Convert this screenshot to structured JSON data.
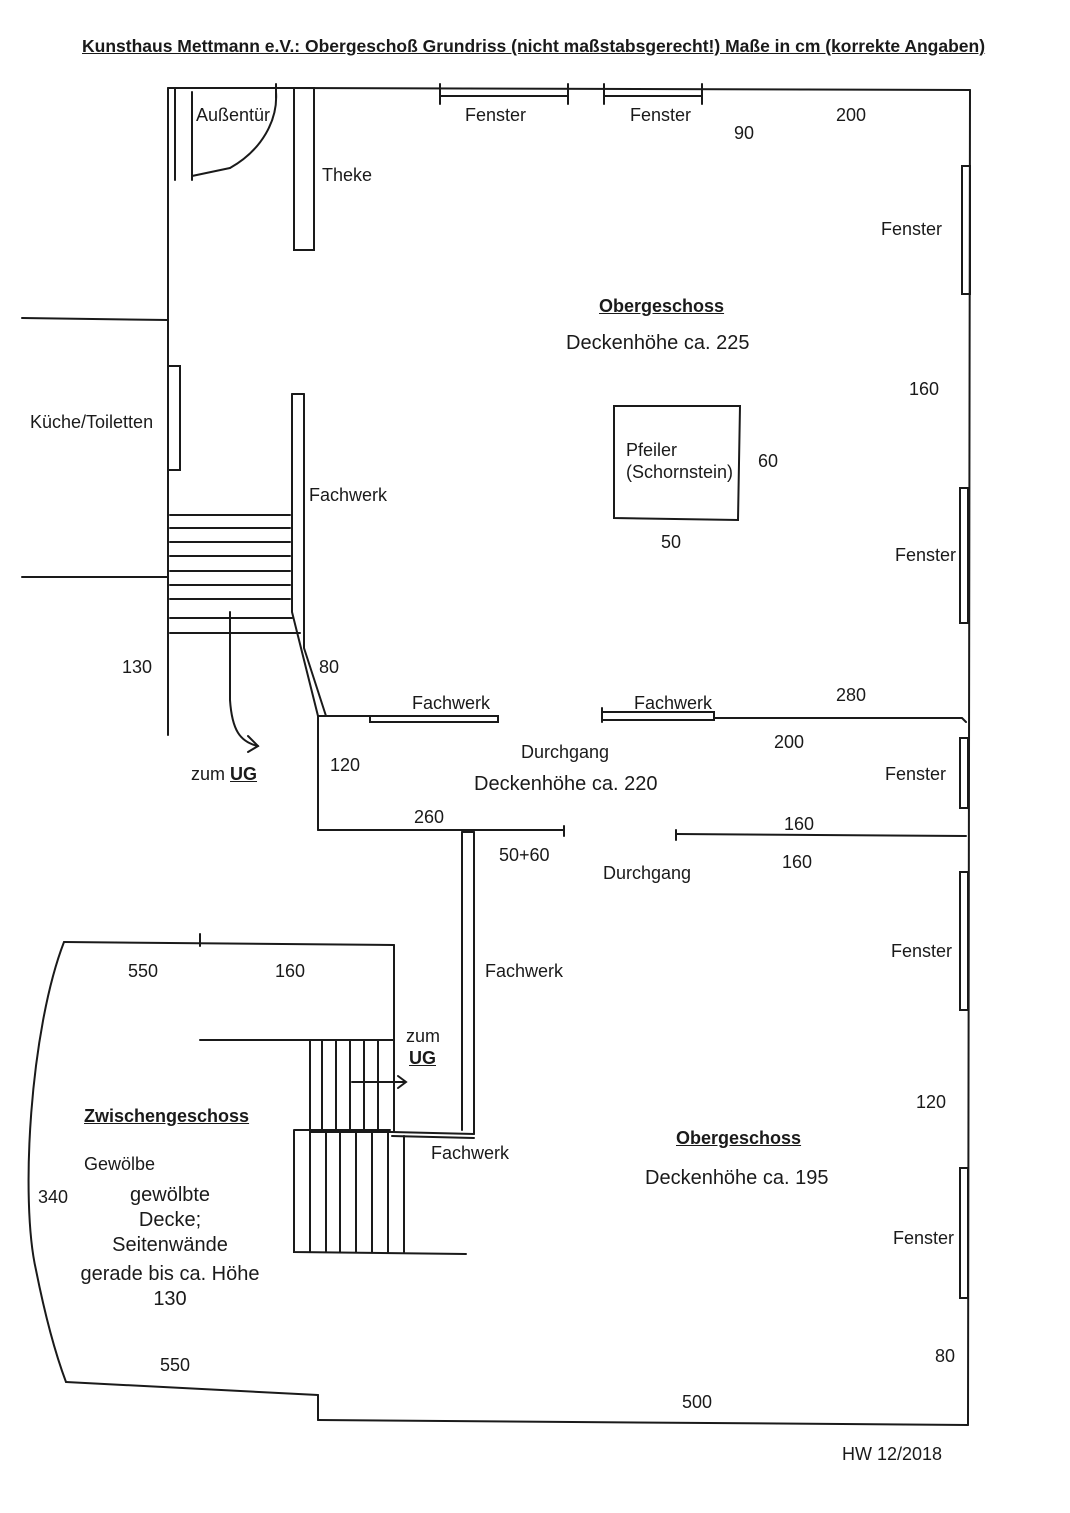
{
  "title": "Kunsthaus Mettmann e.V.: Obergeschoß Grundriss (nicht maßstabsgerecht!) Maße in cm (korrekte Angaben)",
  "labels": {
    "aussentuer": "Außentür",
    "theke": "Theke",
    "fenster": "Fenster",
    "kueche_toiletten": "Küche/Toiletten",
    "fachwerk": "Fachwerk",
    "durchgang": "Durchgang",
    "zum": "zum",
    "ug": "UG",
    "pfeiler_1": "Pfeiler",
    "pfeiler_2": "(Schornstein)",
    "gewoelbe": "Gewölbe",
    "zwischengeschoss_desc": [
      "gewölbte",
      "Decke;",
      "Seitenwände",
      "gerade bis ca. Höhe",
      "130"
    ]
  },
  "rooms": {
    "obergeschoss_top": {
      "name": "Obergeschoss",
      "ceiling": "Deckenhöhe ca. 225"
    },
    "durchgang": {
      "name": "Durchgang",
      "ceiling": "Deckenhöhe ca. 220"
    },
    "obergeschoss_bottom": {
      "name": "Obergeschoss",
      "ceiling": "Deckenhöhe ca. 195"
    },
    "zwischengeschoss": {
      "name": "Zwischengeschoss"
    }
  },
  "dimensions": {
    "d90": "90",
    "d200_top": "200",
    "d160_right": "160",
    "d60": "60",
    "d50": "50",
    "d130": "130",
    "d80_stair": "80",
    "d280": "280",
    "d200_mid": "200",
    "d120_passage": "120",
    "d260": "260",
    "d50p60": "50+60",
    "d160_a": "160",
    "d160_b": "160",
    "d550_top": "550",
    "d160_zw": "160",
    "d340": "340",
    "d550_bottom": "550",
    "d120_right": "120",
    "d80_bottom": "80",
    "d500": "500"
  },
  "signature": "HW 12/2018"
}
